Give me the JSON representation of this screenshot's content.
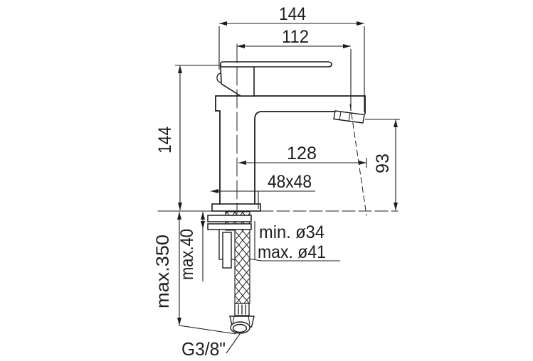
{
  "drawing": {
    "type": "technical-installation-diagram",
    "subject": "single-lever basin mixer tap, side view with installation dimensions",
    "units": "mm",
    "background_color": "#ffffff",
    "line_color": "#1d1d1d",
    "labels": {
      "total_length": "144",
      "spout_projection_top": "112",
      "height_above_deck": "144",
      "spout_reach": "128",
      "spout_height": "93",
      "base_section": "48x48",
      "deck_thickness": "max.40",
      "hose_length": "max.350",
      "hole_diameter_min": "min. ø34",
      "hole_diameter_max": "max. ø41",
      "connection_thread": "G3/8\""
    }
  }
}
